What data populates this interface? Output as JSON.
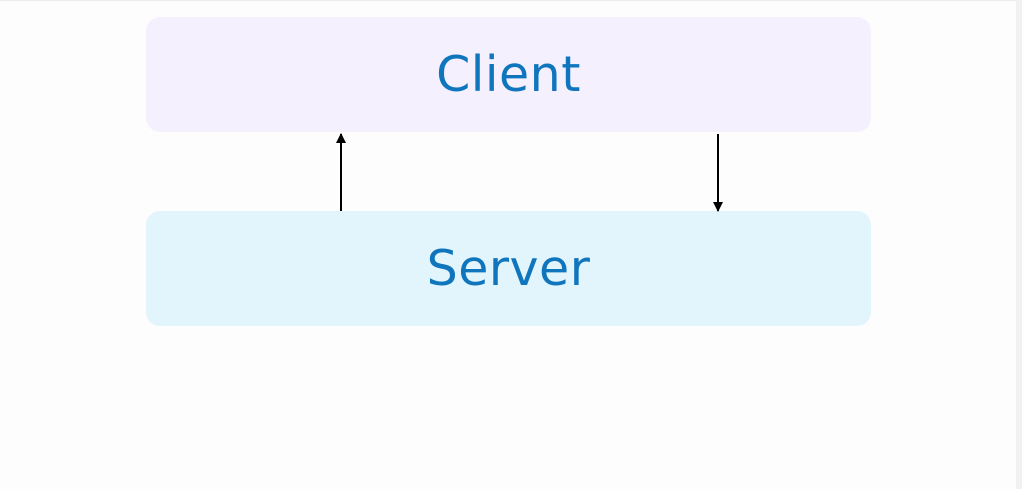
{
  "nodes": {
    "client": {
      "label": "Client",
      "fill": "#f5f0fd"
    },
    "server": {
      "label": "Server",
      "fill": "#e2f4fc"
    }
  },
  "colors": {
    "label_text": "#0f75bc",
    "arrow": "#000000"
  },
  "edges": [
    {
      "from": "server",
      "to": "client"
    },
    {
      "from": "client",
      "to": "server"
    }
  ]
}
